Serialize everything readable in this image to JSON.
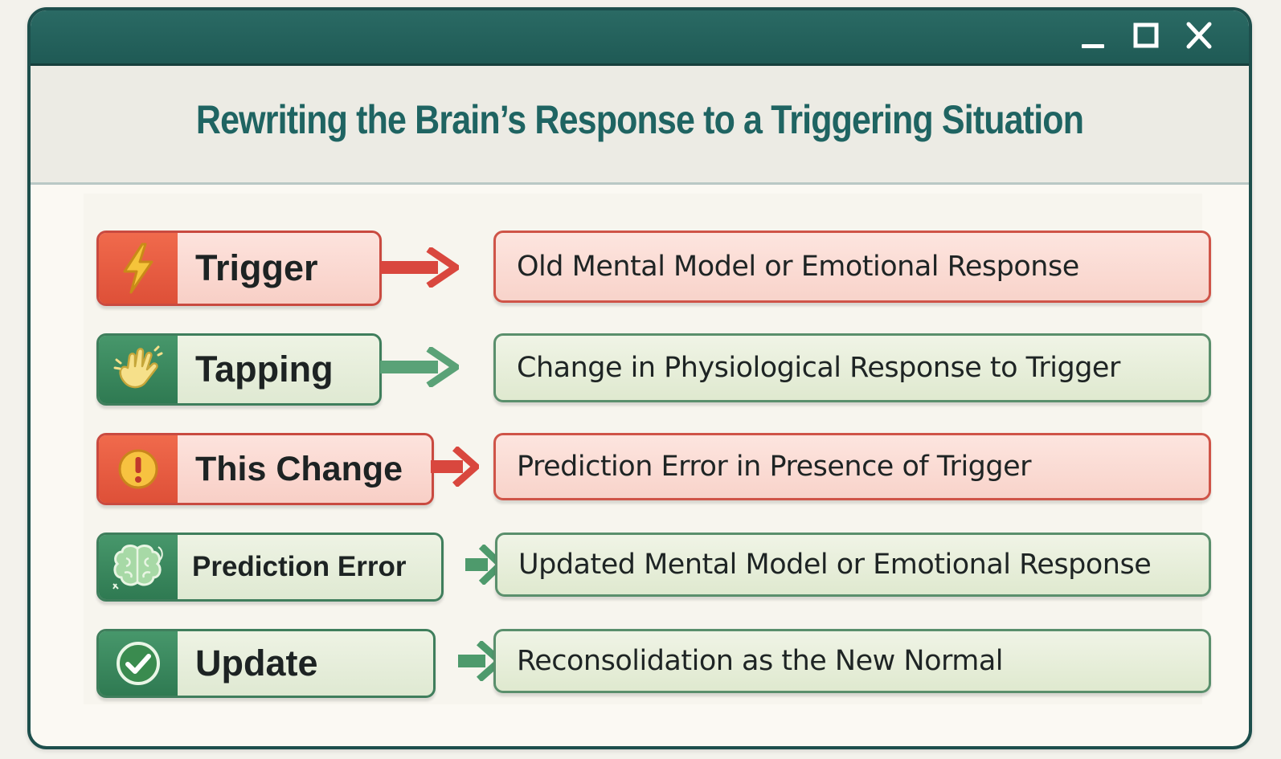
{
  "window": {
    "controls": [
      "minimize",
      "maximize",
      "close"
    ]
  },
  "header": {
    "title": "Rewriting the Brain’s Response to a Triggering Situation"
  },
  "steps": [
    {
      "label": "Trigger",
      "description": "Old Mental Model or Emotional Response",
      "color": "#e85a40",
      "icon": "lightning-icon"
    },
    {
      "label": "Tapping",
      "description": "Change in Physiological Response to Trigger",
      "color": "#3b8a5f",
      "icon": "tapping-hand-icon"
    },
    {
      "label": "This Change",
      "description": "Prediction Error in Presence of Trigger",
      "color": "#e85a40",
      "icon": "alert-icon"
    },
    {
      "label": "Prediction Error",
      "description": "Updated Mental Model or Emotional Response",
      "color": "#3b8a5f",
      "icon": "brain-icon"
    },
    {
      "label": "Update",
      "description": "Reconsolidation as the New Normal",
      "color": "#3b8a5f",
      "icon": "checkmark-icon"
    }
  ]
}
